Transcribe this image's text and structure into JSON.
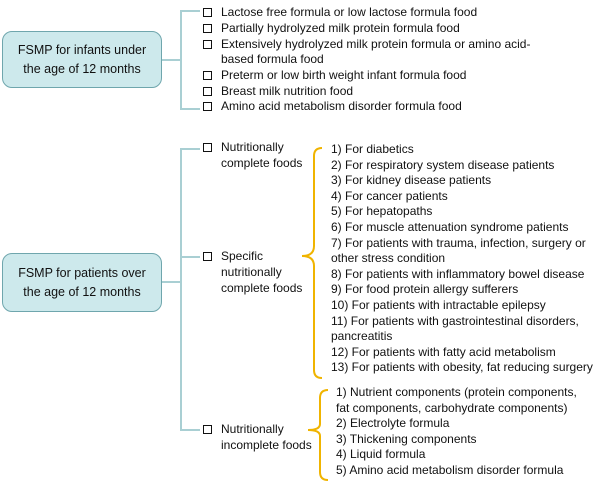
{
  "infants": {
    "label": "FSMP for infants under the age of 12 months",
    "items": [
      "Lactose free formula or low lactose formula food",
      "Partially hydrolyzed  milk protein formula food",
      "Extensively hydrolyzed  milk protein formula or amino acid-",
      "based formula food",
      "Preterm or low birth weight infant formula food",
      "Breast milk nutrition food",
      "Amino acid metabolism disorder formula food"
    ]
  },
  "patients": {
    "label": "FSMP for patients over the age of 12 months",
    "categories": [
      {
        "lines": [
          "Nutritionally",
          "complete foods"
        ]
      },
      {
        "lines": [
          "Specific",
          "nutritionally",
          "complete foods"
        ]
      },
      {
        "lines": [
          "Nutritionally",
          "incomplete foods"
        ]
      }
    ],
    "specific": [
      "1) For diabetics",
      "2) For respiratory system disease patients",
      "3) For kidney  disease patients",
      "4) For cancer patients",
      "5) For hepatopaths",
      "6) For muscle attenuation syndrome patients",
      "7) For patients with trauma, infection, surgery or",
      "other stress condition",
      "8) For patients with inflammatory bowel disease",
      "9) For food protein allergy sufferers",
      "10) For patients with intractable epilepsy",
      "11) For patients with gastrointestinal disorders,",
      "pancreatitis",
      "12) For patients with fatty acid metabolism",
      "13) For patients with obesity, fat reducing surgery"
    ],
    "incomplete": [
      "1) Nutrient components (protein components,",
      "fat components, carbohydrate components)",
      "2) Electrolyte formula",
      "3) Thickening components",
      "4) Liquid formula",
      "5) Amino acid metabolism disorder formula"
    ]
  },
  "colors": {
    "box_fill": "#cde9ec",
    "box_border": "#6fa6ad",
    "connector": "#a9cfd3",
    "bracket": "#f0b400"
  }
}
